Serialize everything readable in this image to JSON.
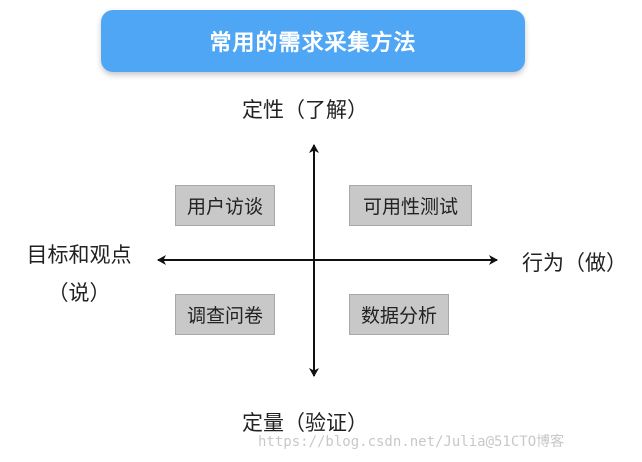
{
  "title": "常用的需求采集方法",
  "axes": {
    "top": "定性（了解）",
    "bottom": "定量（验证）",
    "right": "行为（做）",
    "left_line1": "目标和观点",
    "left_line2": "（说）"
  },
  "quadrants": {
    "top_left": "用户访谈",
    "top_right": "可用性测试",
    "bottom_left": "调查问卷",
    "bottom_right": "数据分析"
  },
  "watermark": "https://blog.csdn.net/Julia@51CTO博客",
  "colors": {
    "banner": "#4ea6f5",
    "box": "#c8c8c8",
    "axis": "#111111"
  }
}
